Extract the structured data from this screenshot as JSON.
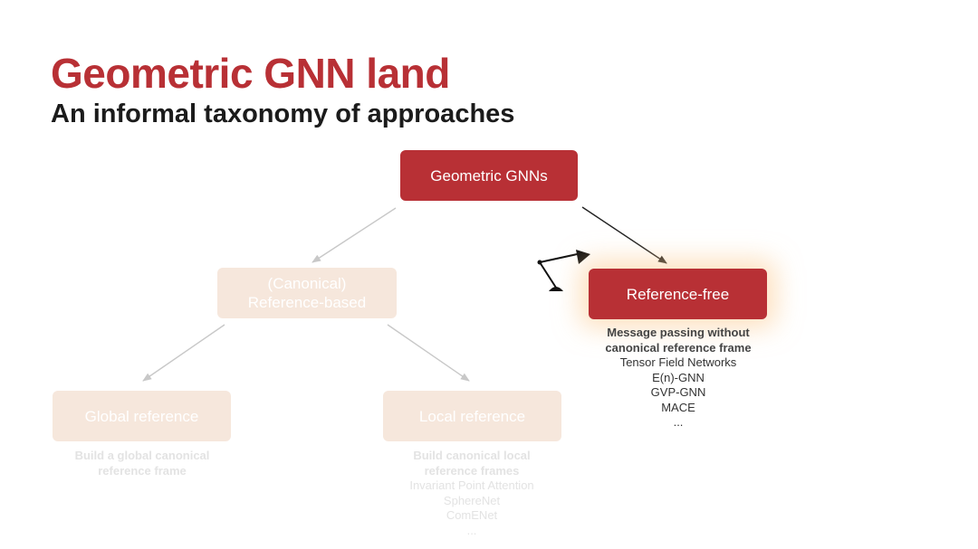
{
  "title": "Geometric GNN land",
  "subtitle": "An informal taxonomy of approaches",
  "colors": {
    "accent": "#b83035",
    "faded": "#f6e7dc",
    "heading": "#1b1b1b"
  },
  "nodes": {
    "root": {
      "label": "Geometric GNNs"
    },
    "reference_based": {
      "label_line1": "(Canonical)",
      "label_line2": "Reference-based"
    },
    "reference_free": {
      "label": "Reference-free",
      "desc_bold_1": "Message passing without",
      "desc_bold_2": "canonical reference frame",
      "examples": [
        "Tensor Field Networks",
        "E(n)-GNN",
        "GVP-GNN",
        "MACE",
        "..."
      ]
    },
    "global_reference": {
      "label": "Global reference",
      "desc_bold_1": "Build a global canonical",
      "desc_bold_2": "reference frame"
    },
    "local_reference": {
      "label": "Local reference",
      "desc_bold_1": "Build canonical local",
      "desc_bold_2": "reference frames",
      "examples": [
        "Invariant Point Attention",
        "SphereNet",
        "ComENet",
        "..."
      ]
    }
  },
  "decor": {
    "lamp_icon": "desk-lamp-icon"
  }
}
